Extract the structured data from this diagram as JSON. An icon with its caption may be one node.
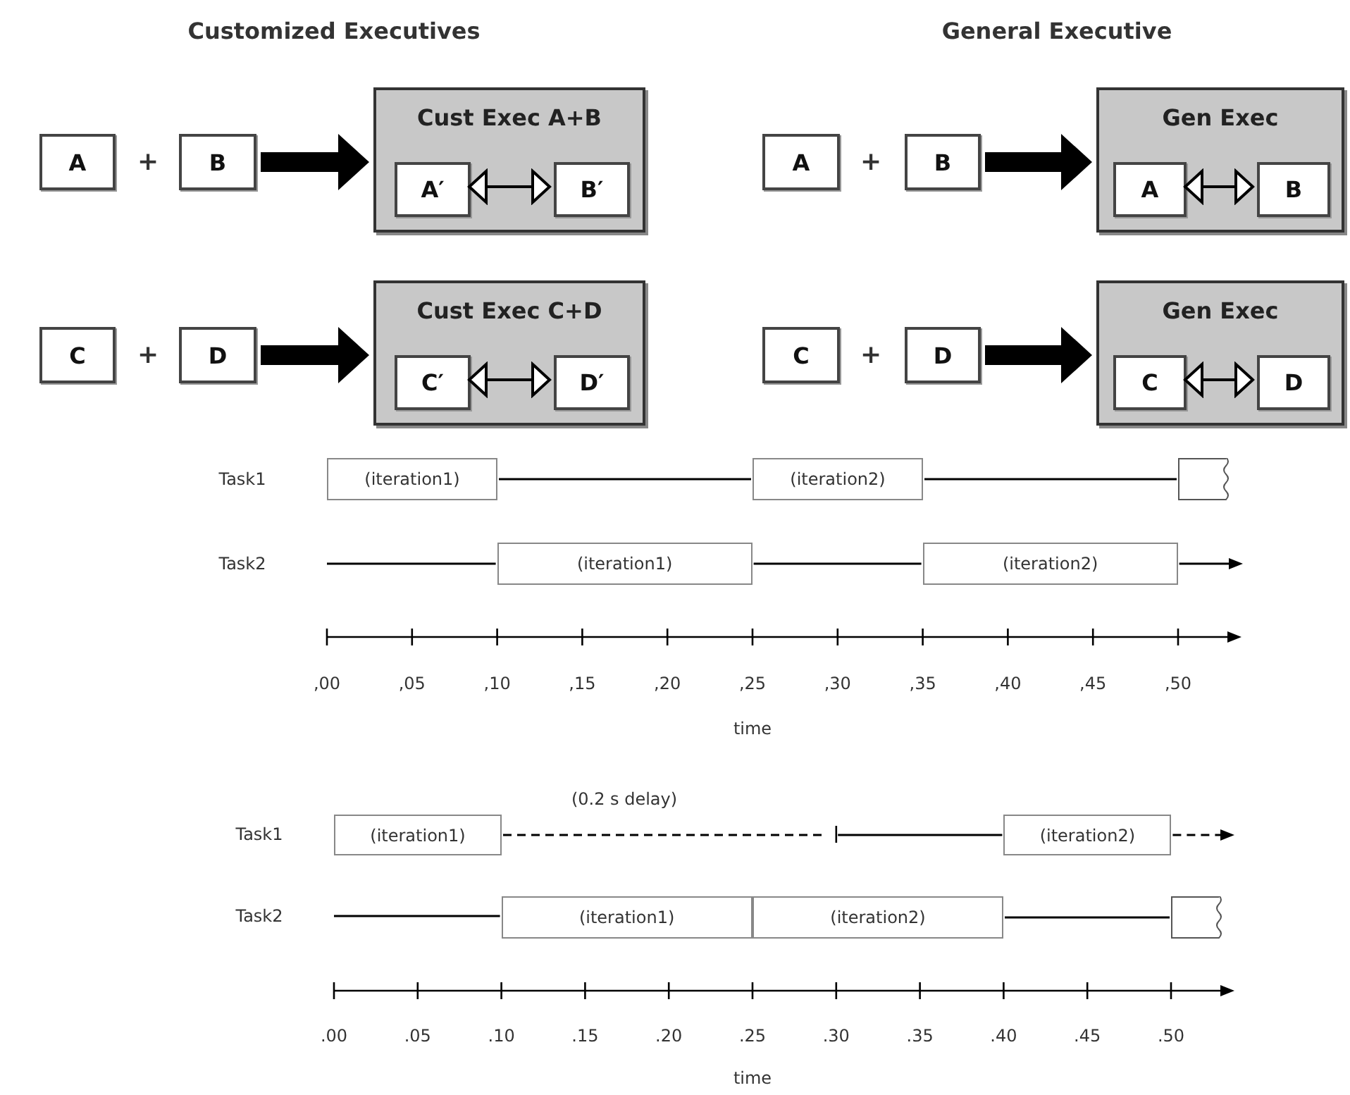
{
  "diagram": {
    "nodes": [
      {
        "text": [
          "A"
        ]
      },
      {
        "text": [
          "B"
        ]
      },
      {
        "text": [
          "Cust Exec A+B"
        ]
      },
      {
        "text": [
          "A′"
        ],
        "in": 2
      },
      {
        "text": [
          "B′"
        ],
        "in": 2
      },
      {
        "text": [
          "C"
        ]
      },
      {
        "text": [
          "D"
        ]
      },
      {
        "text": [
          "Cust Exec C+D"
        ]
      },
      {
        "text": [
          "C′"
        ],
        "in": 7
      },
      {
        "text": [
          "D′"
        ],
        "in": 7
      },
      {
        "text": [
          "A"
        ]
      },
      {
        "text": [
          "B"
        ]
      },
      {
        "text": [
          "Gen Exec"
        ]
      },
      {
        "text": [
          "A"
        ],
        "in": 12
      },
      {
        "text": [
          "B"
        ],
        "in": 12
      },
      {
        "text": [
          "C"
        ]
      },
      {
        "text": [
          "D"
        ]
      },
      {
        "text": [
          "Gen Exec"
        ]
      },
      {
        "text": [
          "C"
        ],
        "in": 17
      },
      {
        "text": [
          "D"
        ],
        "in": 17
      },
      {
        "text": [
          "(iteration1)"
        ]
      },
      {
        "text": [
          "(iteration2)"
        ]
      },
      {
        "text": [],
        "shape": "box"
      },
      {
        "text": [
          "(iteration1)"
        ]
      },
      {
        "text": [
          "(iteration2)"
        ]
      },
      {
        "text": [
          "(iteration1)"
        ]
      },
      {
        "text": [
          "(iteration2)"
        ]
      },
      {
        "text": [
          "(iteration1)"
        ]
      },
      {
        "text": [
          "(iteration2)"
        ]
      },
      {
        "text": [],
        "shape": "box"
      }
    ],
    "edges": [
      {
        "from": 1,
        "to": 2,
        "arrow": "to",
        "style": "thick"
      },
      {
        "from": 3,
        "to": 4,
        "arrow": "both"
      },
      {
        "from": 6,
        "to": 7,
        "arrow": "to",
        "style": "thick"
      },
      {
        "from": 8,
        "to": 9,
        "arrow": "both"
      },
      {
        "from": 11,
        "to": 12,
        "arrow": "to",
        "style": "thick"
      },
      {
        "from": 13,
        "to": 14,
        "arrow": "both"
      },
      {
        "from": 16,
        "to": 17,
        "arrow": "to",
        "style": "thick"
      },
      {
        "from": 18,
        "to": 19,
        "arrow": "both"
      },
      {
        "from": 20,
        "to": 21,
        "arrow": "none"
      },
      {
        "from": 21,
        "to": 22,
        "arrow": "none"
      },
      {
        "from": null,
        "to": 23,
        "arrow": "none"
      },
      {
        "from": 23,
        "to": 24,
        "arrow": "none"
      },
      {
        "from": 24,
        "to": null,
        "arrow": "to"
      },
      {
        "from": 25,
        "to": 26,
        "arrow": "none",
        "label": "(0.2 s delay)",
        "style": "dashed"
      },
      {
        "from": 26,
        "to": null,
        "arrow": "to",
        "style": "dashed"
      },
      {
        "from": null,
        "to": 27,
        "arrow": "none"
      },
      {
        "from": 28,
        "to": 29,
        "arrow": "none"
      }
    ],
    "labels": [
      "Customized Executives",
      "General Executive",
      "+",
      "+",
      "+",
      "+",
      "Task1",
      "Task2",
      ",00",
      ",05",
      ",10",
      ",15",
      ",20",
      ",25",
      ",30",
      ",35",
      ",40",
      ",45",
      ",50",
      "time",
      "Task1",
      "Task2",
      ".00",
      ".05",
      ".10",
      ".15",
      ".20",
      ".25",
      ".30",
      ".35",
      ".40",
      ".45",
      ".50",
      "time"
    ]
  }
}
